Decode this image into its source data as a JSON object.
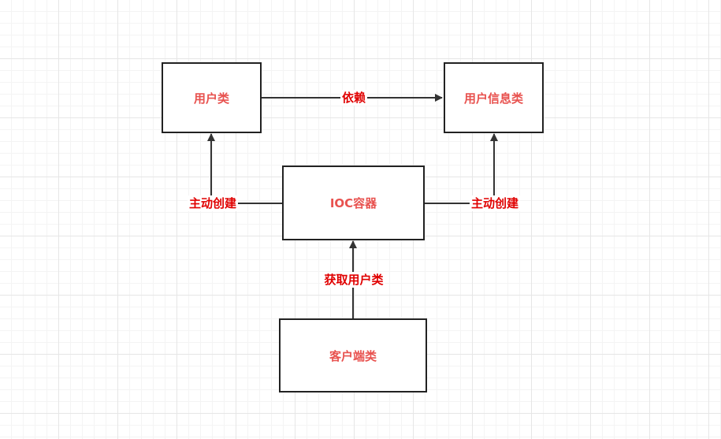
{
  "diagram": {
    "nodes": {
      "user_class": "用户类",
      "user_info_class": "用户信息类",
      "ioc_container": "IOC容器",
      "client_class": "客户端类"
    },
    "edges": {
      "depends": "依赖",
      "create_left": "主动创建",
      "create_right": "主动创建",
      "get_user": "获取用户类"
    },
    "colors": {
      "node_text": "#e8524f",
      "edge_label_text": "#e00000",
      "line": "#333333"
    }
  }
}
